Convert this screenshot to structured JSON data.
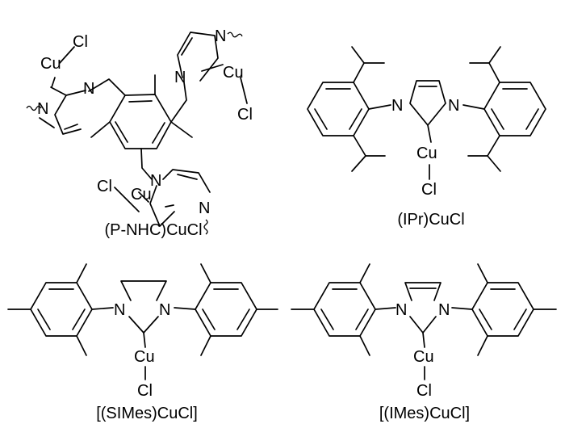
{
  "compounds": [
    {
      "caption": "(P-NHC)CuCl",
      "atoms": {
        "cu": "Cu",
        "cl": "Cl",
        "n": "N"
      }
    },
    {
      "caption": "(IPr)CuCl",
      "atoms": {
        "cu": "Cu",
        "cl": "Cl",
        "n": "N"
      }
    },
    {
      "caption": "[(SIMes)CuCl]",
      "atoms": {
        "cu": "Cu",
        "cl": "Cl",
        "n": "N"
      }
    },
    {
      "caption": "[(IMes)CuCl]",
      "atoms": {
        "cu": "Cu",
        "cl": "Cl",
        "n": "N"
      }
    }
  ]
}
